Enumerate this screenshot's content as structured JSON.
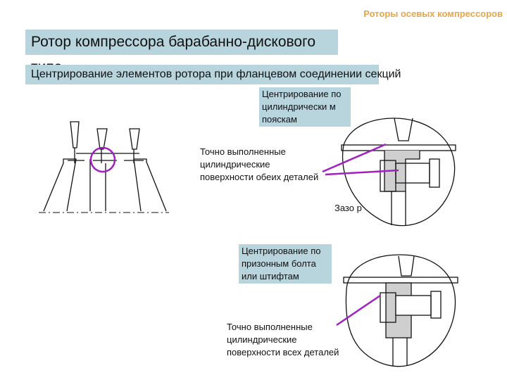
{
  "header": {
    "section_title": "Роторы осевых компрессоров"
  },
  "slide": {
    "title": "Ротор компрессора барабанно-дискового типа",
    "subtitle": "Центрирование элементов ротора при фланцевом соединении секций"
  },
  "callouts": {
    "belt_centering": "Центрирование по цилиндрически м пояскам",
    "surfaces_both": "Точно выполненные цилиндрические поверхности обеих деталей",
    "gap": "Зазо р",
    "bolt_centering": "Центрирование по призонным болта или штифтам",
    "surfaces_all": "Точно выполненные цилиндрические поверхности всех деталей"
  },
  "colors": {
    "accent_box": "#b8d4dd",
    "highlight": "#a020c0",
    "header_text": "#e5a64a"
  }
}
